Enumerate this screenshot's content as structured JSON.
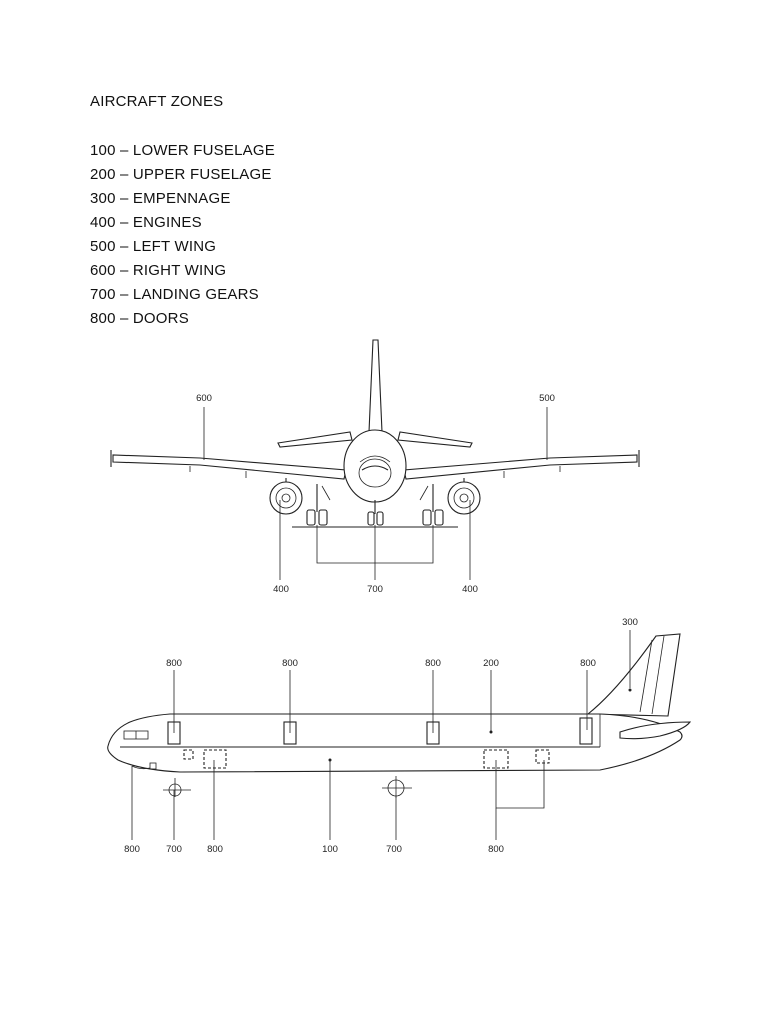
{
  "heading": "AIRCRAFT ZONES",
  "zones": [
    "100 – LOWER FUSELAGE",
    "200 – UPPER FUSELAGE",
    "300 – EMPENNAGE",
    "400 – ENGINES",
    "500 – LEFT WING",
    "600 – RIGHT WING",
    "700 – LANDING GEARS",
    "800 – DOORS"
  ],
  "front_view": {
    "labels": {
      "right_wing": "600",
      "left_wing": "500",
      "engine_left": "400",
      "landing_gear": "700",
      "engine_right": "400"
    }
  },
  "side_view": {
    "labels": {
      "empennage": "300",
      "door_1": "800",
      "door_2": "800",
      "door_3": "800",
      "upper_fuselage": "200",
      "door_4": "800",
      "bottom_door_nose": "800",
      "bottom_gear_nose": "700",
      "bottom_door_fwd_cargo": "800",
      "bottom_lower_fuselage": "100",
      "bottom_gear_main": "700",
      "bottom_door_aft_cargo": "800"
    }
  }
}
